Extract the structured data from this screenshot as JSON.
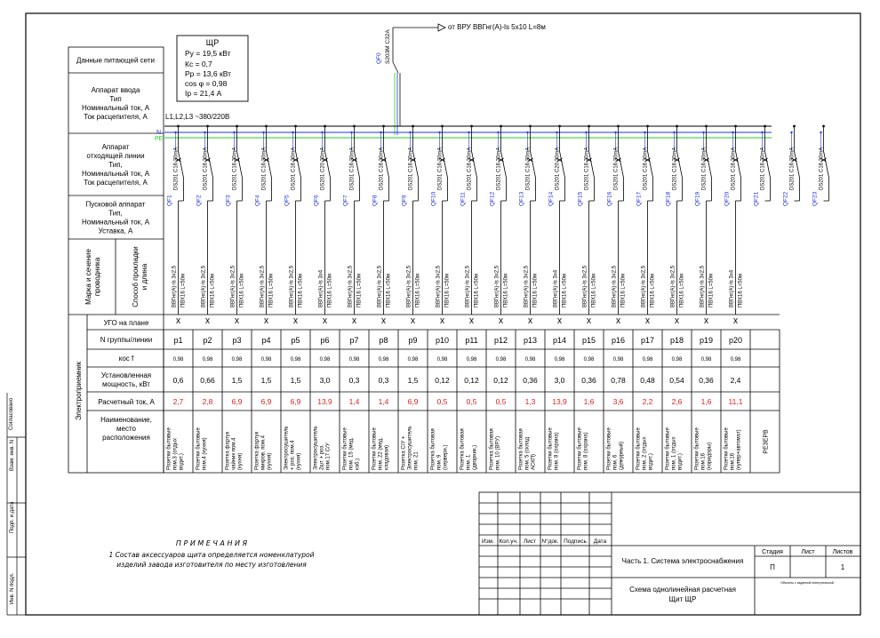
{
  "source": {
    "label": "от ВРУ ВВГнг(А)-ls 5х10  L=8м"
  },
  "main_breaker": {
    "name": "QF0",
    "type": "S203M C32A"
  },
  "panel": {
    "name": "ЩР",
    "params": [
      "Ру = 19,5 кВт",
      "Кс = 0,7",
      "Рр = 13,6 кВт",
      "cos φ = 0,98",
      "Iр = 21,4 А"
    ]
  },
  "bus": {
    "phase_label": "L1,L2,L3  ~380/220В",
    "n_label": "N",
    "pe_label": "PE"
  },
  "left_headers": [
    {
      "lines": [
        "Данные питающей сети"
      ]
    },
    {
      "lines": [
        "Аппарат ввода",
        "Тип",
        "Номинальный ток, А",
        "Ток расцепителя, А"
      ]
    },
    {
      "lines": [
        "Аппарат",
        "отходящей линии",
        "Тип,",
        "Номинальный ток, А",
        "Ток расцепителя, А"
      ]
    },
    {
      "lines": [
        "Пусковой аппарат",
        "Тип,",
        "Номинальный ток, А",
        "Уставка, А"
      ]
    },
    {
      "lines": [
        "Марка и сечение",
        "проводника"
      ]
    },
    {
      "lines": [
        "Способ прокладки",
        "и длина"
      ]
    }
  ],
  "row_labels": {
    "ugo": "УГО на плане",
    "group": "N группы/линии",
    "cos": "кос f",
    "power": [
      "Установленная",
      "мощность, кВт"
    ],
    "current": "Расчетный ток, А",
    "name": [
      "Наименование,",
      "место",
      "расположения"
    ],
    "consumers": "Электроприемник"
  },
  "circuits": [
    {
      "qf": "QF1",
      "breaker": "DS201 C16 30mA",
      "cable": "ВВГнг(А)-ls 3х2,5",
      "laying": "ПВХ16 L=50м",
      "group": "p1",
      "cos": "0,98",
      "power": "0,6",
      "current": "2,7",
      "name": "Розетки бытовые пом.3 (отдых водит.)"
    },
    {
      "qf": "QF2",
      "breaker": "DS201 C16 30mA",
      "cable": "ВВГнг(А)-ls 3х2,5",
      "laying": "ПВХ16 L=50м",
      "group": "p2",
      "cos": "0,98",
      "power": "0,66",
      "current": "2,8",
      "name": "Розетки бытовые пом.4 (кухня)"
    },
    {
      "qf": "QF3",
      "breaker": "DS201 C16 30mA",
      "cable": "ВВГнг(А)-ls 3х2,5",
      "laying": "ПВХ16 L=50м",
      "group": "p3",
      "cos": "0,98",
      "power": "1,5",
      "current": "6,9",
      "name": "Розетка фартук чайник пом.4 (кухня)"
    },
    {
      "qf": "QF4",
      "breaker": "DS201 C16 30mA",
      "cable": "ВВГнг(А)-ls 3х2,5",
      "laying": "ПВХ16 L=50м",
      "group": "p4",
      "cos": "0,98",
      "power": "1,5",
      "current": "6,9",
      "name": "Розетка фартук микров. пом.4 (кухня)"
    },
    {
      "qf": "QF5",
      "breaker": "DS201 C16 30mA",
      "cable": "ВВГнг(А)-ls 3х2,5",
      "laying": "ПВХ16 L=50м",
      "group": "p5",
      "cos": "0,98",
      "power": "1,5",
      "current": "6,9",
      "name": "Электросушитель + роз. пом.4 (кухня)"
    },
    {
      "qf": "QF6",
      "breaker": "DS201 C20 30mA",
      "cable": "ВВГнг(А)-ls 3х4",
      "laying": "ПВХ16 L=50м",
      "group": "p6",
      "cos": "0,98",
      "power": "3,0",
      "current": "13,9",
      "name": "Электросушитель 2шт + роз. пом.17 С/У"
    },
    {
      "qf": "QF7",
      "breaker": "DS201 C16 30mA",
      "cable": "ВВГнг(А)-ls 3х2,5",
      "laying": "ПВХ16 L=50м",
      "group": "p7",
      "cos": "0,98",
      "power": "0,3",
      "current": "1,4",
      "name": "Розетки бытовые пом. 15 (мед. каб.)"
    },
    {
      "qf": "QF8",
      "breaker": "DS201 C16 30mA",
      "cable": "ВВГнг(А)-ls 3х2,5",
      "laying": "ПВХ16 L=50м",
      "group": "p8",
      "cos": "0,98",
      "power": "0,3",
      "current": "1,4",
      "name": "Розетки бытовые пом. 22 (мед. кладовая)"
    },
    {
      "qf": "QF9",
      "breaker": "DS201 C16 30mA",
      "cable": "ВВГнг(А)-ls 3х2,5",
      "laying": "ПВХ16 L=50м",
      "group": "p9",
      "cos": "0,98",
      "power": "1,5",
      "current": "6,9",
      "name": "Розетка С/У + Электросушитель пом. 21"
    },
    {
      "qf": "QF10",
      "breaker": "DS201 C16 30mA",
      "cable": "ВВГнг(А)-ls 3х2,5",
      "laying": "ПВХ16 L=50м",
      "group": "p10",
      "cos": "0,98",
      "power": "0,12",
      "current": "0,5",
      "name": "Розетка бытовая пом. 9 (серверн.)"
    },
    {
      "qf": "QF11",
      "breaker": "DS201 C16 30mA",
      "cable": "ВВГнг(А)-ls 3х2,5",
      "laying": "ПВХ16 L=50м",
      "group": "p11",
      "cos": "0,98",
      "power": "0,12",
      "current": "0,5",
      "name": "Розетка бытовая пом. 1 (дворник.)"
    },
    {
      "qf": "QF12",
      "breaker": "DS201 C16 30mA",
      "cable": "ВВГнг(А)-ls 3х2,5",
      "laying": "ПВХ16 L=50м",
      "group": "p12",
      "cos": "0,98",
      "power": "0,12",
      "current": "0,5",
      "name": "Розетка бытовая пом. 10 (ВРУ)"
    },
    {
      "qf": "QF13",
      "breaker": "DS201 C16 30mA",
      "cable": "ВВГнг(А)-ls 3х2,5",
      "laying": "ПВХ16 L=50м",
      "group": "p13",
      "cos": "0,98",
      "power": "0,36",
      "current": "1,3",
      "name": "Розетка бытовая пом. 5 (склад АСКП)"
    },
    {
      "qf": "QF14",
      "breaker": "DS201 C20 30mA",
      "cable": "ВВГнг(А)-ls 3х4",
      "laying": "ПВХ16 L=50м",
      "group": "p14",
      "cos": "0,98",
      "power": "3,0",
      "current": "13,9",
      "name": "Розетки бытовые пом. 8 (охрана)"
    },
    {
      "qf": "QF15",
      "breaker": "DS201 C16 30mA",
      "cable": "ВВГнг(А)-ls 3х2,5",
      "laying": "ПВХ16 L=50м",
      "group": "p15",
      "cos": "0,98",
      "power": "0,36",
      "current": "1,6",
      "name": "Розетки бытовые пом. 8 (охрана)"
    },
    {
      "qf": "QF16",
      "breaker": "DS201 C16 30mA",
      "cable": "ВВГнг(А)-ls 3х2,5",
      "laying": "ПВХ16 L=50м",
      "group": "p16",
      "cos": "0,98",
      "power": "0,78",
      "current": "3,6",
      "name": "Розетки бытовые пом. 6 (дежурный)"
    },
    {
      "qf": "QF17",
      "breaker": "DS201 C16 30mA",
      "cable": "ВВГнг(А)-ls 3х2,5",
      "laying": "ПВХ16 L=50м",
      "group": "p17",
      "cos": "0,98",
      "power": "0,48",
      "current": "2,2",
      "name": "Розетки бытовые пом. 2 (отдых водит.)"
    },
    {
      "qf": "QF18",
      "breaker": "DS201 C16 30mA",
      "cable": "ВВГнг(А)-ls 3х2,5",
      "laying": "ПВХ16 L=50м",
      "group": "p18",
      "cos": "0,98",
      "power": "0,54",
      "current": "2,6",
      "name": "Розетки бытовые пом. 1 (отдых водит.)"
    },
    {
      "qf": "QF19",
      "breaker": "DS201 C16 30mA",
      "cable": "ВВГнг(А)-ls 3х2,5",
      "laying": "ПВХ16 L=50м",
      "group": "p19",
      "cos": "0,98",
      "power": "0,36",
      "current": "1,6",
      "name": "Розетки бытовые пом.16 (коридоры)"
    },
    {
      "qf": "QF20",
      "breaker": "DS201 C16 30mA",
      "cable": "ВВГнг(А)-ls 3х4",
      "laying": "ПВХ16 L=50м",
      "group": "p20",
      "cos": "0,98",
      "power": "2,4",
      "current": "11,1",
      "name": "Розетки бытовые пом.16 (купер+автомат)"
    },
    {
      "qf": "QF21",
      "breaker": "DS201 C16 30mA",
      "name": "РЕЗЕРВ"
    },
    {
      "qf": "QF22",
      "breaker": "DS201 C16 30mA",
      "name": "РЕЗЕР"
    },
    {
      "qf": "QF23",
      "breaker": "DS201 C16 30mA"
    }
  ],
  "notes": {
    "title": "П Р И М Е Ч А Н И Я",
    "lines": [
      "1 Состав аксессуаров щита определяется номенклатурой",
      "изделий завода изготовителя по месту изготовления"
    ]
  },
  "side_stamp": [
    "Согласовано",
    "Взам. инв. N",
    "Подп. и дата",
    "Инв. N подл."
  ],
  "title_block": {
    "cols": [
      "Изм.",
      "Кол.уч.",
      "Лист",
      "N°док.",
      "Подпись",
      "Дата"
    ],
    "project": "Часть 1. Система электроснабжения",
    "stage_head": "Стадия",
    "sheet_head": "Лист",
    "sheets_head": "Листов",
    "stage": "П",
    "sheets": "1",
    "drawing": [
      "Схема однолинейная расчетная",
      "Щит ЩР"
    ],
    "org": "Объекты с заданной электрической"
  },
  "colors": {
    "pe": "#22cc22",
    "n": "#2233ee",
    "current": "#e02020",
    "qf": "#1a2fd6"
  }
}
